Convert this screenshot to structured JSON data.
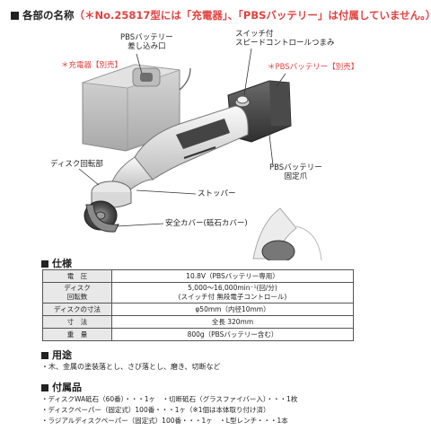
{
  "header": {
    "title": "各部の名称",
    "note": "（＊No.25817型には「充電器」、「PBSバッテリー」は付属していません。）"
  },
  "labels": {
    "charger_slot": [
      "PBSバッテリー",
      "差し込み口"
    ],
    "charger": "＊充電器【別売】",
    "speed_dial": [
      "スイッチ付",
      "スピードコントロールつまみ"
    ],
    "battery": "＊PBSバッテリー【別売】",
    "disc_head": "ディスク回転部",
    "battery_claw": [
      "PBSバッテリー",
      "固定爪"
    ],
    "stopper": "ストッパー",
    "guard": "安全カバー(砥石カバー)"
  },
  "spec": {
    "heading": "仕様",
    "rows": [
      {
        "k": "電　圧",
        "v": "10.8V（PBSバッテリー専用）"
      },
      {
        "k": "ディスク\n回転数",
        "v": "5,000〜16,000min⁻¹(回/分)\n(スイッチ付 無段電子コントロール)"
      },
      {
        "k": "ディスクの寸法",
        "v": "φ50mm（内径10mm）"
      },
      {
        "k": "寸　法",
        "v": "全長 320mm"
      },
      {
        "k": "重　量",
        "v": "800g（PBSバッテリー含む）"
      }
    ]
  },
  "usage": {
    "heading": "用途",
    "text": "・木、金属の塗装落とし、さび落とし、磨き、切断など"
  },
  "accessories": {
    "heading": "付属品",
    "lines": [
      "・ディスクWA砥石（60番）・・・1ヶ　・切断砥石（グラスファイバー入）・・・1枚",
      "・ディスクペーパー（固定式）100番・・・1ヶ（※1個は本体取り付け済）",
      "・ラジアルディスクペーパー（固定式）100番・・・1ヶ　・L型レンチ・・・1本"
    ]
  }
}
